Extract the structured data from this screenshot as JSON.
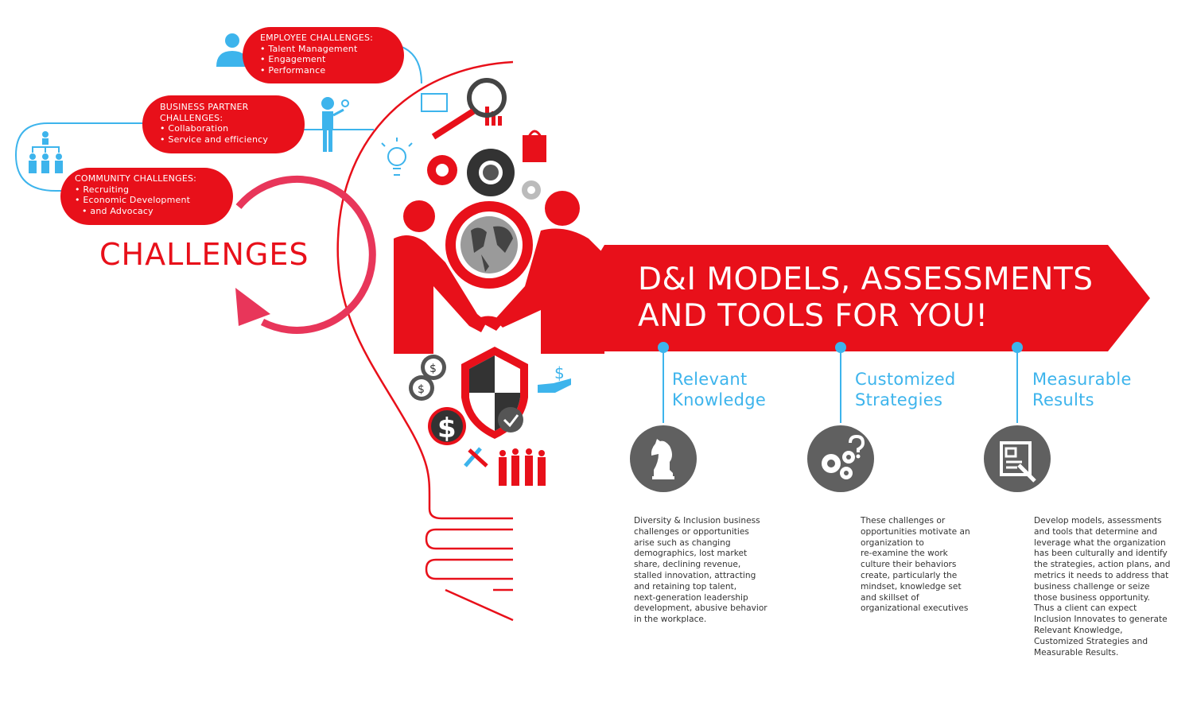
{
  "pills": {
    "employee": {
      "title": "EMPLOYEE CHALLENGES:",
      "items": [
        "Talent Management",
        "Engagement",
        "Performance"
      ]
    },
    "business": {
      "title_line1": "BUSINESS PARTNER",
      "title_line2": "CHALLENGES:",
      "items": [
        "Collaboration",
        "Service and efficiency"
      ]
    },
    "community": {
      "title": "COMMUNITY CHALLENGES:",
      "items": [
        "Recruiting",
        "Economic Development",
        "and Advocacy"
      ]
    }
  },
  "challenges_title": "CHALLENGES",
  "banner": {
    "line1": "D&I MODELS, ASSESSMENTS",
    "line2": "AND TOOLS FOR YOU!"
  },
  "columns": [
    {
      "head1": "Relevant",
      "head2": "Knowledge",
      "icon": "chess-knight-icon",
      "body": [
        "Diversity & Inclusion business",
        "challenges or opportunities",
        "arise such as changing",
        "demographics, lost market",
        "share, declining revenue,",
        "stalled innovation, attracting",
        "and retaining top talent,",
        "next-generation leadership",
        "development, abusive behavior",
        "in the workplace."
      ]
    },
    {
      "head1": "Customized",
      "head2": "Strategies",
      "icon": "gears-question-icon",
      "body": [
        "These challenges or",
        "opportunities motivate an",
        "organization to",
        "re-examine the work",
        "culture their behaviors",
        "create, particularly the",
        "mindset, knowledge set",
        "and skillset of",
        "organizational executives"
      ]
    },
    {
      "head1": "Measurable",
      "head2": "Results",
      "icon": "blueprint-pencil-icon",
      "body": [
        "Develop models, assessments",
        "and tools that determine and",
        "leverage what the organization",
        "has been culturally and identify",
        "the strategies, action plans, and",
        "metrics it needs to address that",
        "business challenge or seize",
        "those business opportunity.",
        "Thus a client can expect",
        "Inclusion Innovates to generate",
        "Relevant Knowledge,",
        "Customized Strategies and",
        "Measurable Results."
      ]
    }
  ],
  "colors": {
    "red": "#e8101a",
    "blue": "#3db4ec",
    "gray": "#606060",
    "dark": "#333333"
  }
}
